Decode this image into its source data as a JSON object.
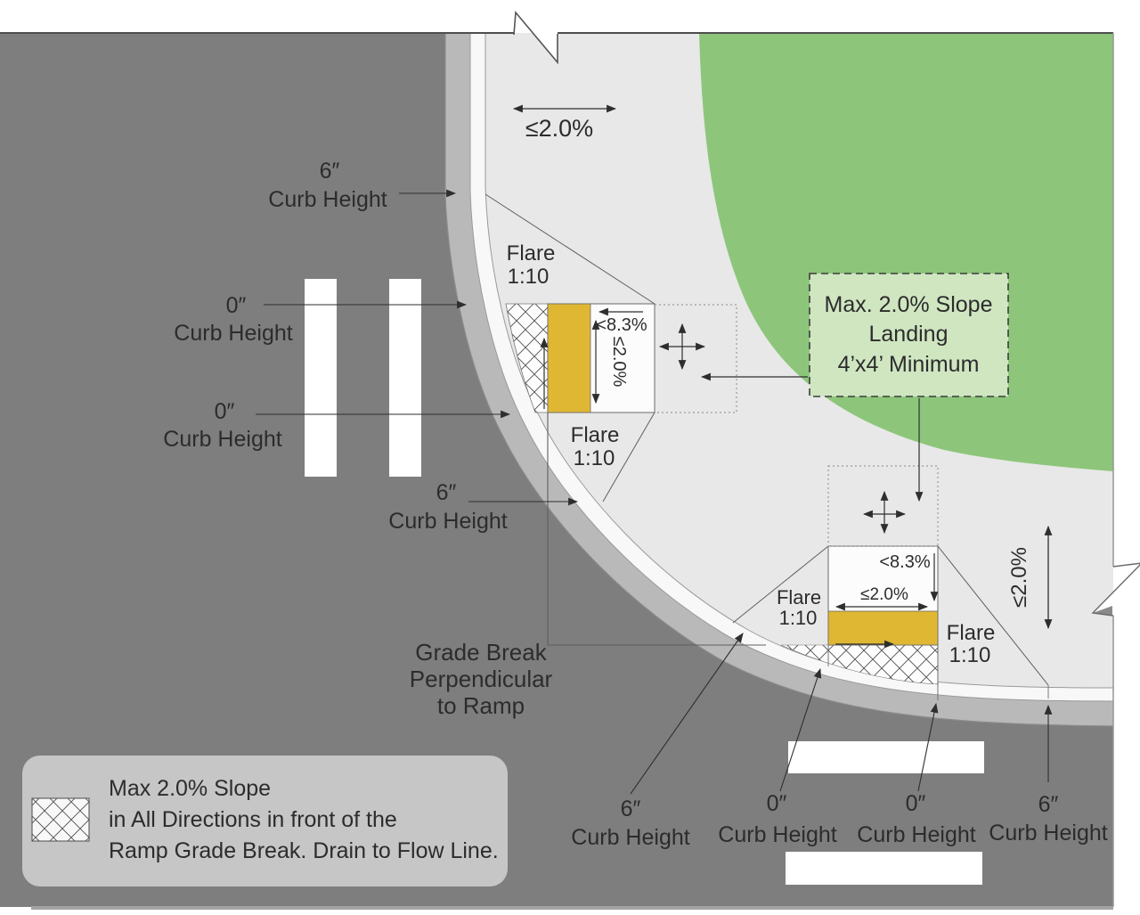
{
  "diagram_title": "Curb ramp corner plan with slope and curb height annotations",
  "colors": {
    "road": "#7e7e7e",
    "gutter": "#b9b9b9",
    "curb_band": "#f8f8f8",
    "sidewalk": "#e8e8e8",
    "grass": "#8dc67b",
    "warning_surface_yellow": "#e0b733",
    "landing_note_fill": "#cfe6c1",
    "legend_fill": "#c6c6c6",
    "line": "#2e2e2e"
  },
  "slopes": {
    "top_cross_slope": "≤2.0%",
    "right_cross_slope": "≤2.0%"
  },
  "ramp_left": {
    "run_slope": "<8.3%",
    "cross_slope": "≤2.0%",
    "flare_top": {
      "l1": "Flare",
      "l2": "1:10"
    },
    "flare_bottom": {
      "l1": "Flare",
      "l2": "1:10"
    }
  },
  "ramp_bottom": {
    "run_slope": "<8.3%",
    "cross_slope": "≤2.0%",
    "flare_left": {
      "l1": "Flare",
      "l2": "1:10"
    },
    "flare_right": {
      "l1": "Flare",
      "l2": "1:10"
    }
  },
  "curb_labels": [
    {
      "value": "6″",
      "caption": "Curb Height"
    },
    {
      "value": "0″",
      "caption": "Curb Height"
    },
    {
      "value": "0″",
      "caption": "Curb Height"
    },
    {
      "value": "6″",
      "caption": "Curb Height"
    },
    {
      "value": "6″",
      "caption": "Curb Height"
    },
    {
      "value": "0″",
      "caption": "Curb Height"
    },
    {
      "value": "0″",
      "caption": "Curb Height"
    },
    {
      "value": "6″",
      "caption": "Curb Height"
    }
  ],
  "grade_break_note": {
    "line1": "Grade Break",
    "line2": "Perpendicular",
    "line3": "to Ramp"
  },
  "landing_note": {
    "line1": "Max. 2.0% Slope",
    "line2": "Landing",
    "line3": "4’x4’ Minimum"
  },
  "legend": {
    "line1": "Max 2.0% Slope",
    "line2": "in All Directions in front of the",
    "line3": "Ramp Grade Break. Drain to Flow Line."
  }
}
